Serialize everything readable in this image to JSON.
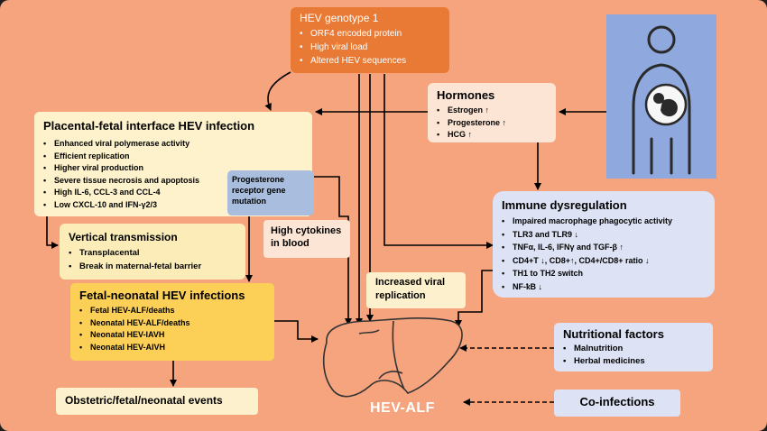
{
  "genotype": {
    "title": "HEV genotype 1",
    "items": [
      "ORF4 encoded protein",
      "High viral load",
      "Altered HEV sequences"
    ]
  },
  "placental": {
    "title": "Placental-fetal interface HEV infection",
    "items": [
      "Enhanced viral polymerase activity",
      "Efficient replication",
      "Higher viral production",
      "Severe  tissue necrosis and apoptosis",
      "High IL-6, CCL-3 and CCL-4",
      "Low CXCL-10  and IFN-γ2/3"
    ]
  },
  "hormones": {
    "title": "Hormones",
    "items": [
      "Estrogen ↑",
      "Progesterone ↑",
      "HCG ↑"
    ]
  },
  "progesterone": {
    "text": "Progesterone receptor gene mutation"
  },
  "immune": {
    "title": "Immune dysregulation",
    "items": [
      "Impaired macrophage phagocytic activity",
      "TLR3 and TLR9 ↓",
      "TNFα, IL-6, IFNγ and TGF-β ↑",
      "CD4+T ↓, CD8+↑, CD4+/CD8+ ratio ↓",
      "TH1 to TH2 switch",
      "NF-ҟB ↓"
    ]
  },
  "vertical": {
    "title": "Vertical transmission",
    "items": [
      "Transplacental",
      "Break in maternal-fetal barrier"
    ]
  },
  "cytokines": {
    "text": "High cytokines in blood"
  },
  "viral": {
    "text": "Increased viral replication"
  },
  "fetal": {
    "title": "Fetal-neonatal HEV infections",
    "items": [
      "Fetal HEV-ALF/deaths",
      "Neonatal HEV-ALF/deaths",
      "Neonatal HEV-IAVH",
      "Neonatal HEV-AIVH"
    ]
  },
  "nutrition": {
    "title": "Nutritional factors",
    "items": [
      "Malnutrition",
      "Herbal medicines"
    ]
  },
  "obstetric": {
    "text": "Obstetric/fetal/neonatal events"
  },
  "coinfect": {
    "text": "Co-infections"
  },
  "center": {
    "label": "HEV-ALF"
  },
  "icons": [
    "pregnant-woman-icon",
    "liver-icon"
  ],
  "colors": {
    "background": "#f5a47e",
    "genotype": "#e87a35",
    "fetal": "#fcd057",
    "immune": "#dde3f4",
    "pregnant_box": "#8fa8de"
  }
}
